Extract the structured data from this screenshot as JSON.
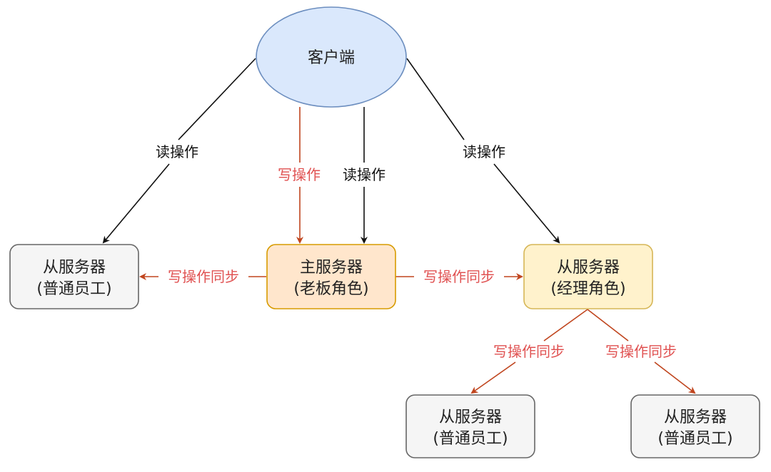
{
  "diagram": {
    "nodes": {
      "client": {
        "label": "客户端",
        "fill": "#dae8fc",
        "stroke": "#6c8ebf"
      },
      "master": {
        "line1": "主服务器",
        "line2": "(老板角色)",
        "fill": "#ffe6cc",
        "stroke": "#d79b00"
      },
      "slave_left": {
        "line1": "从服务器",
        "line2": "(普通员工)",
        "fill": "#f5f5f5",
        "stroke": "#666666"
      },
      "slave_manager": {
        "line1": "从服务器",
        "line2": "(经理角色)",
        "fill": "#fff2cc",
        "stroke": "#d6b656"
      },
      "slave_bottom_left": {
        "line1": "从服务器",
        "line2": "(普通员工)",
        "fill": "#f5f5f5",
        "stroke": "#666666"
      },
      "slave_bottom_right": {
        "line1": "从服务器",
        "line2": "(普通员工)",
        "fill": "#f5f5f5",
        "stroke": "#666666"
      }
    },
    "edges": {
      "client_to_left_read": "读操作",
      "client_to_master_write": "写操作",
      "client_to_master_read": "读操作",
      "client_to_manager_read": "读操作",
      "master_to_left_sync": "写操作同步",
      "master_to_manager_sync": "写操作同步",
      "manager_to_bottom_left_sync": "写操作同步",
      "manager_to_bottom_right_sync": "写操作同步"
    },
    "colors": {
      "read_edge": "#111111",
      "write_edge": "#c0451e",
      "write_label": "#e05252"
    }
  }
}
